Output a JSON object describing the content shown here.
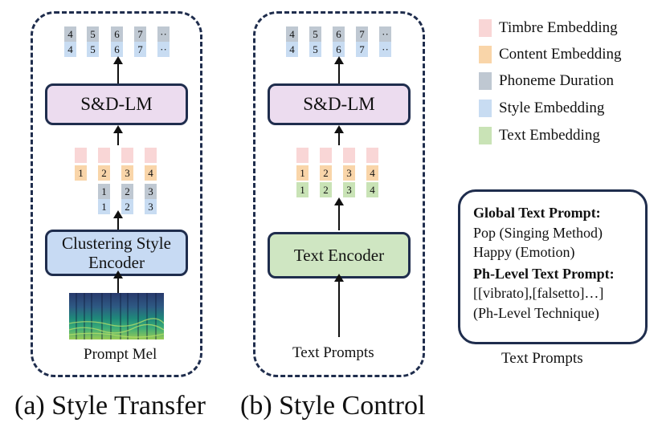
{
  "diagram": {
    "panels": [
      {
        "caption": "(a) Style Transfer",
        "lm_label": "S&D-LM",
        "encoder_label": "Clustering Style Encoder",
        "input_label": "Prompt Mel",
        "output_rows": [
          [
            "4",
            "5",
            "6",
            "7",
            "··"
          ],
          [
            "4",
            "5",
            "6",
            "7",
            "··"
          ]
        ],
        "input_tokens": {
          "content": [
            "1",
            "2",
            "3",
            "4"
          ],
          "duration": [
            "1",
            "2",
            "3"
          ],
          "style": [
            "1",
            "2",
            "3"
          ]
        }
      },
      {
        "caption": "(b) Style Control",
        "lm_label": "S&D-LM",
        "encoder_label": "Text Encoder",
        "input_label": "Text Prompts",
        "output_rows": [
          [
            "4",
            "5",
            "6",
            "7",
            "··"
          ],
          [
            "4",
            "5",
            "6",
            "7",
            "··"
          ]
        ],
        "input_tokens": {
          "content": [
            "1",
            "2",
            "3",
            "4"
          ],
          "text": [
            "1",
            "2",
            "3",
            "4"
          ]
        }
      }
    ],
    "legend": [
      {
        "label": "Timbre Embedding",
        "color": "#f9d6d6"
      },
      {
        "label": "Content Embedding",
        "color": "#f9d5a9"
      },
      {
        "label": "Phoneme Duration",
        "color": "#bfc8d2"
      },
      {
        "label": "Style Embedding",
        "color": "#c8dcf2"
      },
      {
        "label": "Text Embedding",
        "color": "#c9e3b6"
      }
    ],
    "text_prompt_card": {
      "global_heading": "Global Text Prompt:",
      "global_line1": "Pop (Singing Method)",
      "global_line2": "Happy (Emotion)",
      "ph_heading": "Ph-Level Text Prompt:",
      "ph_line1": "[[vibrato],[falsetto]…]",
      "ph_line2": "(Ph-Level Technique)",
      "caption": "Text Prompts"
    }
  }
}
